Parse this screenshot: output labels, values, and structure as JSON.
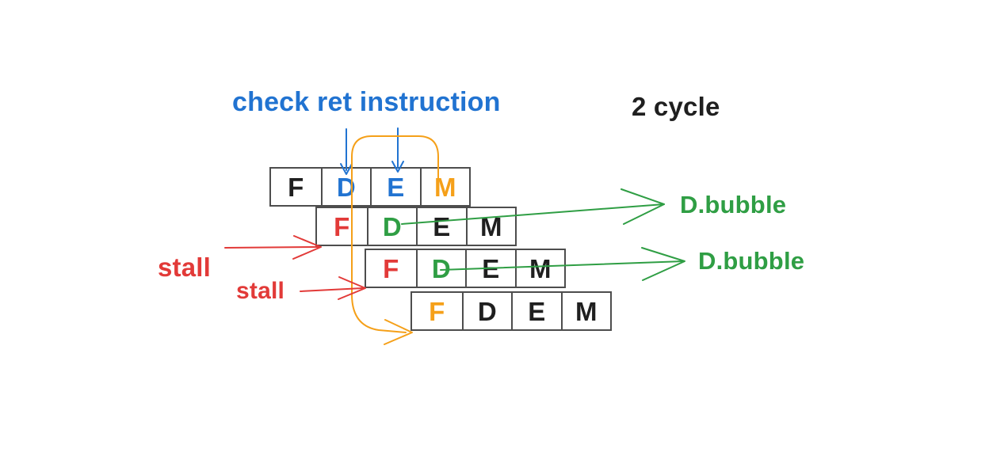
{
  "labels": {
    "check_ret": "check ret instruction",
    "cycles": "2 cycle",
    "stall_1": "stall",
    "stall_2": "stall",
    "bubble_1": "D.bubble",
    "bubble_2": "D.bubble"
  },
  "colors": {
    "blue": "#2173d1",
    "orange": "#f5a019",
    "green": "#2f9e44",
    "red": "#e23a38",
    "ink": "#1f1f1f",
    "border": "#4d4d4d"
  },
  "rows": [
    {
      "name": "instruction-1",
      "cells": [
        {
          "label": "F",
          "color": "ink"
        },
        {
          "label": "D",
          "color": "blue"
        },
        {
          "label": "E",
          "color": "blue"
        },
        {
          "label": "M",
          "color": "orange"
        }
      ]
    },
    {
      "name": "instruction-2",
      "cells": [
        {
          "label": "F",
          "color": "red"
        },
        {
          "label": "D",
          "color": "green"
        },
        {
          "label": "E",
          "color": "ink"
        },
        {
          "label": "M",
          "color": "ink"
        }
      ]
    },
    {
      "name": "instruction-3",
      "cells": [
        {
          "label": "F",
          "color": "red"
        },
        {
          "label": "D",
          "color": "green"
        },
        {
          "label": "E",
          "color": "ink"
        },
        {
          "label": "M",
          "color": "ink"
        }
      ]
    },
    {
      "name": "instruction-4",
      "cells": [
        {
          "label": "F",
          "color": "orange"
        },
        {
          "label": "D",
          "color": "ink"
        },
        {
          "label": "E",
          "color": "ink"
        },
        {
          "label": "M",
          "color": "ink"
        }
      ]
    }
  ]
}
